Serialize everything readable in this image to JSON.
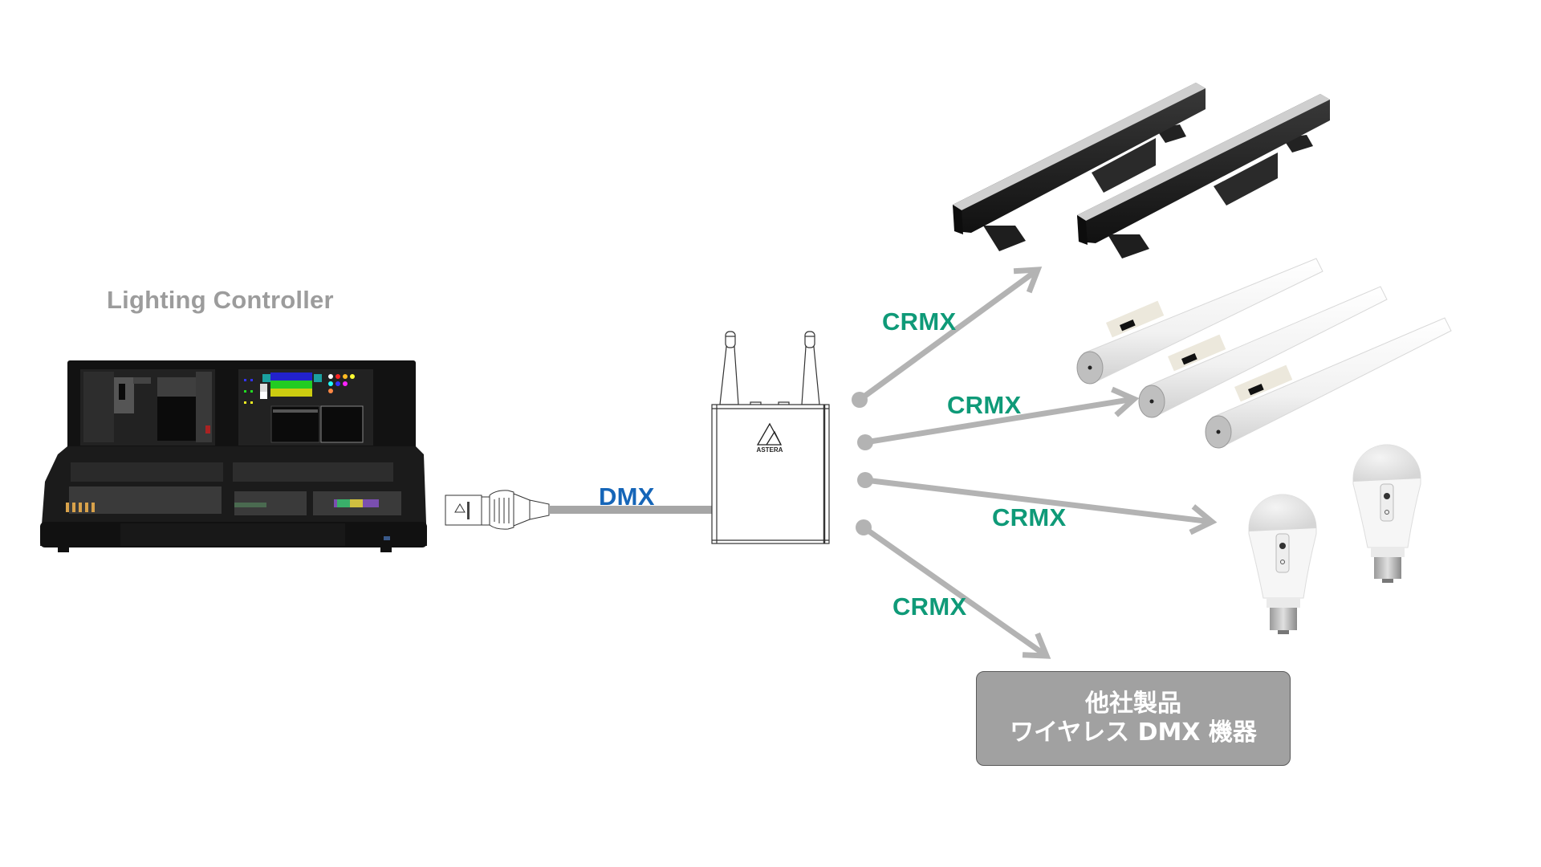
{
  "diagram": {
    "controller": {
      "title": "Lighting Controller"
    },
    "cable": {
      "label": "DMX",
      "label_color": "#1565b8"
    },
    "transmitter": {
      "brand": "ASTERA"
    },
    "links": [
      {
        "label": "CRMX",
        "target": "led-bar-fixtures"
      },
      {
        "label": "CRMX",
        "target": "led-tube-fixtures"
      },
      {
        "label": "CRMX",
        "target": "led-bulb-fixtures"
      },
      {
        "label": "CRMX",
        "target": "third-party-box"
      }
    ],
    "link_color": "#b3b3b3",
    "link_label_color": "#0f9a78",
    "third_party": {
      "line1": "他社製品",
      "line2": "ワイヤレス DMX 機器",
      "fill": "#a1a1a1"
    }
  }
}
